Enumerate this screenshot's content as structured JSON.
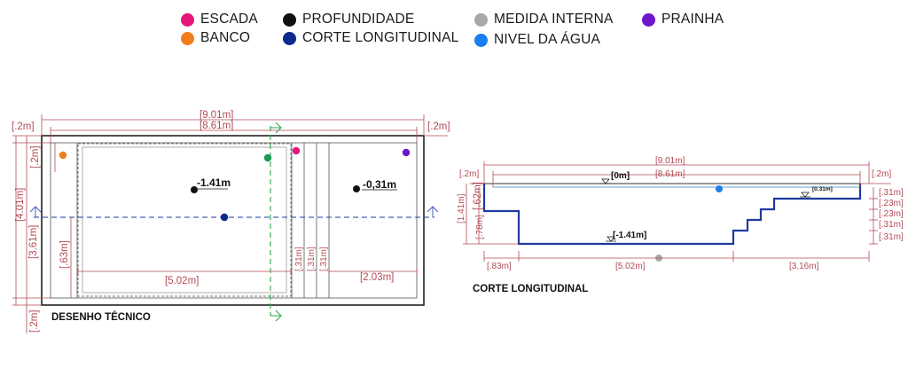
{
  "legend": [
    {
      "label": "ESCADA",
      "color": "#e6177a"
    },
    {
      "label": "BANCO",
      "color": "#f07d1a"
    },
    {
      "label": "PROFUNDIDADE",
      "color": "#111111"
    },
    {
      "label": "CORTE LONGITUDINAL",
      "color": "#0c2a8c"
    },
    {
      "label": "MEDIDA INTERNA",
      "color": "#a8a8a8"
    },
    {
      "label": "NIVEL DA ÁGUA",
      "color": "#1a7ef0"
    },
    {
      "label": "PRAINHA",
      "color": "#6d17c9"
    }
  ],
  "colors": {
    "dimension": "#b24a55",
    "outline": "#222222",
    "section_line": "#1f3aa0",
    "cut_marker": "#2aa84a",
    "water_line": "#7fb8d8"
  },
  "plan": {
    "caption": "DESENHO TÉCNICO",
    "depth_labels": [
      "-1.41m",
      "-0,31m"
    ],
    "dims": {
      "overall_length": "[9.01m]",
      "inner_length": "[8.61m]",
      "wall_left": "[.2m]",
      "wall_right": "[.2m]",
      "wall_top": "[.2m]",
      "wall_bottom": "[.2m]",
      "overall_width": "[4.01m]",
      "inner_width": "[3.61m]",
      "bench_depth": "[.63m]",
      "deep_length": "[5.02m]",
      "step_1": "[.31m]",
      "step_2": "[.31m]",
      "step_3": "[.31m]",
      "beach_length": "[2.03m]"
    }
  },
  "section": {
    "caption": "CORTE LONGITUDINAL",
    "water_level": "[0m]",
    "deep_level": "[-1.41m]",
    "beach_level": "[0.31m]",
    "dims": {
      "overall_length": "[9.01m]",
      "inner_length": "[8.61m]",
      "wall_left": "[.2m]",
      "wall_right": "[.2m]",
      "total_depth": "[1.41m]",
      "bench_height": "[.62m]",
      "below_bench": "[.78m]",
      "bench_length": "[.83m]",
      "deep_length": "[5.02m]",
      "steps_length": "[3.16m]",
      "risers": [
        "[.31m]",
        "[.23m]",
        "[.23m]",
        "[.31m]",
        "[.31m]"
      ]
    }
  }
}
